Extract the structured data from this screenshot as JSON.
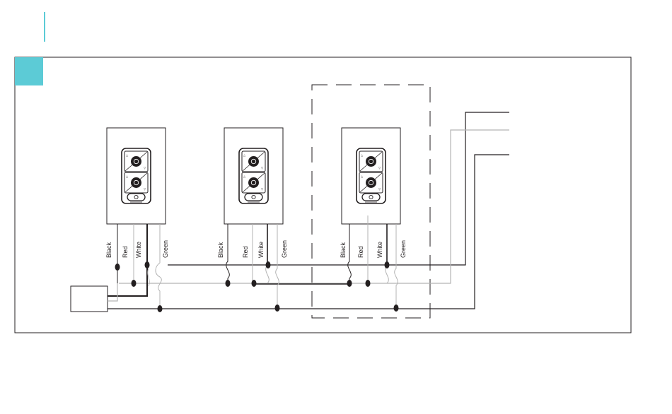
{
  "colors": {
    "accent": "#5ccbd6",
    "line": "#231f20",
    "white_wire": "#b3b3b3"
  },
  "wire_labels": {
    "black": "Black",
    "red": "Red",
    "white": "White",
    "green": "Green"
  },
  "switches": [
    {
      "icon": "dimmer-switch-icon"
    },
    {
      "icon": "dimmer-switch-icon"
    },
    {
      "icon": "dimmer-switch-icon"
    }
  ]
}
